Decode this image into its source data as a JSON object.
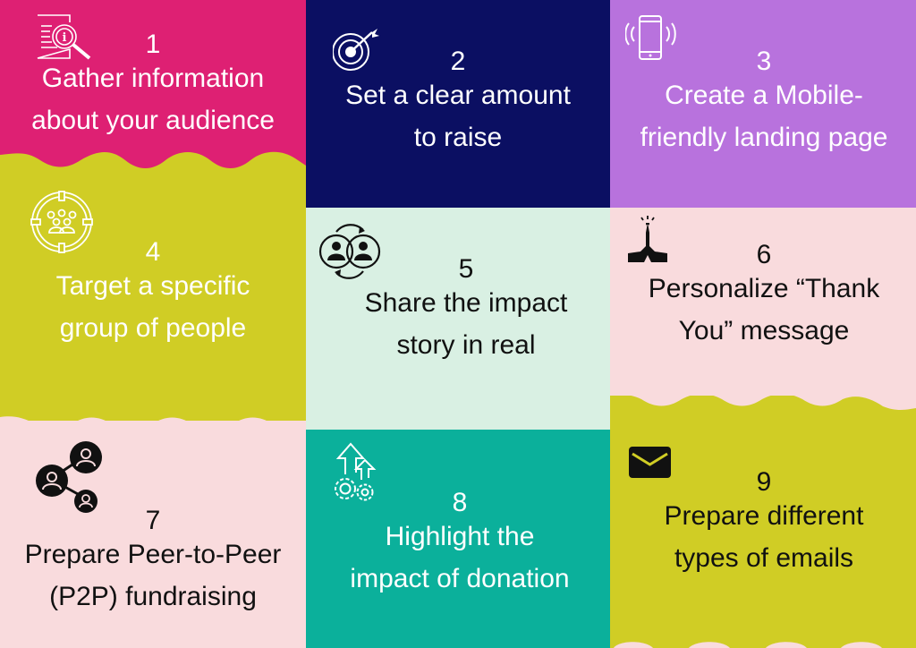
{
  "colors": {
    "magenta": "#de2073",
    "lime": "#d0cd25",
    "navy": "#0b0f62",
    "lavender": "#b872dd",
    "mint": "#d9f0e3",
    "pink": "#f9dbdd",
    "teal": "#0bb09b"
  },
  "steps": [
    {
      "number": "1",
      "line1": "Gather information",
      "line2": "about your audience",
      "icon": "info-search-icon",
      "bg": "#de2073"
    },
    {
      "number": "2",
      "line1": "Set a clear amount",
      "line2": "to raise",
      "icon": "target-icon",
      "bg": "#0b0f62"
    },
    {
      "number": "3",
      "line1": "Create a Mobile-",
      "line2": "friendly landing page",
      "icon": "mobile-phone-icon",
      "bg": "#b872dd"
    },
    {
      "number": "4",
      "line1": "Target a specific",
      "line2": "group of people",
      "icon": "target-group-icon",
      "bg": "#d0cd25"
    },
    {
      "number": "5",
      "line1": "Share the impact",
      "line2": "story in real",
      "icon": "share-users-icon",
      "bg": "#d9f0e3"
    },
    {
      "number": "6",
      "line1": "Personalize “Thank",
      "line2": "You” message",
      "icon": "praying-hands-icon",
      "bg": "#f9dbdd"
    },
    {
      "number": "7",
      "line1": "Prepare Peer-to-Peer",
      "line2": "(P2P) fundraising",
      "icon": "peer-network-icon",
      "bg": "#f9dbdd"
    },
    {
      "number": "8",
      "line1": "Highlight the",
      "line2": "impact of donation",
      "icon": "growth-gears-icon",
      "bg": "#0bb09b"
    },
    {
      "number": "9",
      "line1": "Prepare different",
      "line2": "types of emails",
      "icon": "envelope-icon",
      "bg": "#d0cd25"
    }
  ]
}
